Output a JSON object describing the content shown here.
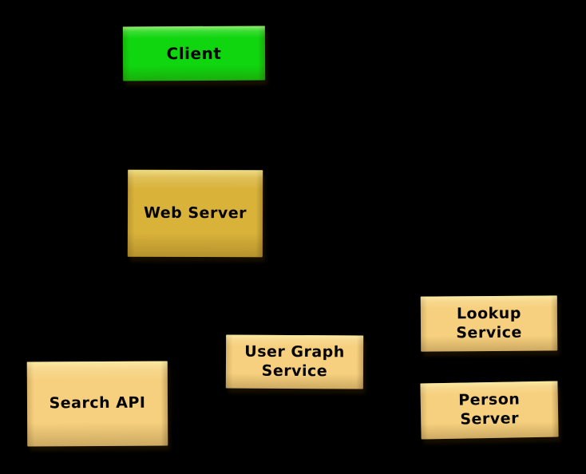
{
  "diagram": {
    "background_color": "#000000",
    "text_color": "#050505",
    "nodes": [
      {
        "id": "client",
        "label": "Client",
        "lines": [
          "Client"
        ],
        "fill": "#0fd60f",
        "role": "client-node"
      },
      {
        "id": "web-server",
        "label": "Web Server",
        "lines": [
          "Web Server"
        ],
        "fill": "#d9b23a",
        "role": "server-node"
      },
      {
        "id": "search-api",
        "label": "Search API",
        "lines": [
          "Search API"
        ],
        "fill": "#f6d07e",
        "role": "service-node"
      },
      {
        "id": "user-graph-service",
        "label": "User Graph Service",
        "lines": [
          "User Graph",
          "Service"
        ],
        "fill": "#f6d07e",
        "role": "service-node"
      },
      {
        "id": "lookup-service",
        "label": "Lookup Service",
        "lines": [
          "Lookup",
          "Service"
        ],
        "fill": "#f6d07e",
        "role": "service-node"
      },
      {
        "id": "person-server",
        "label": "Person Server",
        "lines": [
          "Person",
          "Server"
        ],
        "fill": "#f6d07e",
        "role": "service-node"
      }
    ]
  }
}
